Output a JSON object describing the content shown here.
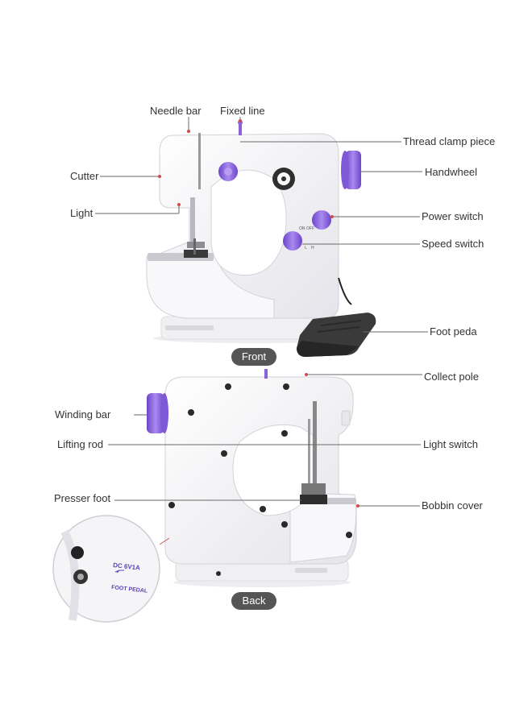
{
  "front_view": {
    "badge": "Front",
    "callouts": {
      "needle_bar": "Needle bar",
      "fixed_line": "Fixed line",
      "thread_clamp": "Thread clamp piece",
      "cutter": "Cutter",
      "handwheel": "Handwheel",
      "light": "Light",
      "power_switch": "Power switch",
      "speed_switch": "Speed switch",
      "foot_pedal": "Foot peda"
    },
    "switch_marks": {
      "power_on": "ON",
      "power_off": "OFF",
      "speed_low": "L",
      "speed_high": "H"
    }
  },
  "back_view": {
    "badge": "Back",
    "callouts": {
      "collect_pole": "Collect pole",
      "winding_bar": "Winding bar",
      "lifting_rod": "Lifting rod",
      "light_switch": "Light switch",
      "presser_foot": "Presser foot",
      "bobbin_cover": "Bobbin cover"
    },
    "inset": {
      "dc_label": "DC 6V1A",
      "foot_pedal_label": "FOOT PEDAL"
    }
  },
  "colors": {
    "accent": "#8a63d8",
    "body": "#f6f6f8",
    "pedal": "#3a3a3a",
    "badge": "#555555"
  }
}
